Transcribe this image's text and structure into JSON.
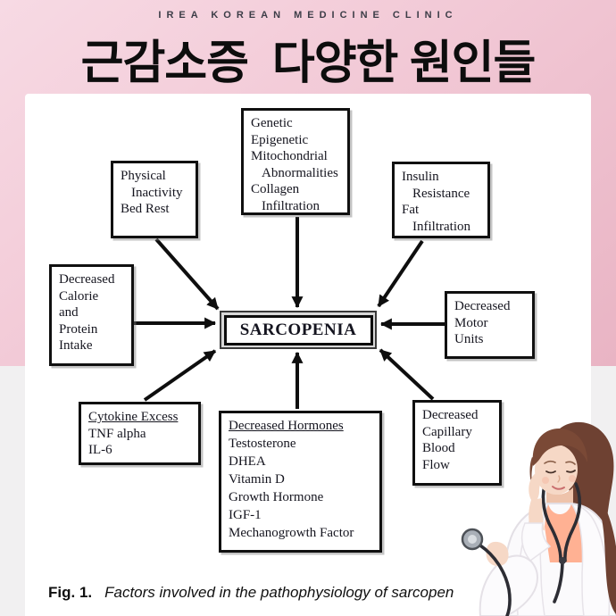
{
  "header": {
    "clinic_name": "IREA KOREAN MEDICINE CLINIC",
    "title_korean": "근감소증  다양한 원인들"
  },
  "diagram": {
    "center_label": "SARCOPENIA",
    "boxes": {
      "genetic": {
        "lines": [
          "Genetic",
          "Epigenetic",
          "Mitochondrial",
          "Abnormalities",
          "Collagen",
          "Infiltration"
        ]
      },
      "physical_inactivity": {
        "lines": [
          "Physical",
          "Inactivity",
          "Bed Rest"
        ]
      },
      "insulin_resistance": {
        "lines": [
          "Insulin",
          "Resistance",
          "Fat",
          "Infiltration"
        ]
      },
      "decreased_calorie": {
        "lines": [
          "Decreased",
          "Calorie",
          "and",
          "Protein",
          "Intake"
        ]
      },
      "decreased_motor_units": {
        "lines": [
          "Decreased",
          "Motor",
          "Units"
        ]
      },
      "cytokine_excess": {
        "heading": "Cytokine Excess",
        "lines": [
          "TNF alpha",
          "IL-6"
        ]
      },
      "decreased_hormones": {
        "heading": "Decreased Hormones",
        "lines": [
          "Testosterone",
          "DHEA",
          "Vitamin D",
          "Growth Hormone",
          "IGF-1",
          "Mechanogrowth Factor"
        ]
      },
      "decreased_capillary": {
        "lines": [
          "Decreased",
          "Capillary",
          "Blood",
          "Flow"
        ]
      }
    }
  },
  "caption": {
    "label": "Fig. 1.",
    "text": "Factors involved in the pathophysiology of sarcopen"
  },
  "colors": {
    "pink_top": "#f7dae4",
    "pink_deep": "#e9b4c4",
    "gray_band": "#f1f0f1",
    "box_border": "#101010",
    "skin": "#f6d8c6",
    "peach_top": "#ffb193",
    "hair_brown": "#6e4132"
  }
}
